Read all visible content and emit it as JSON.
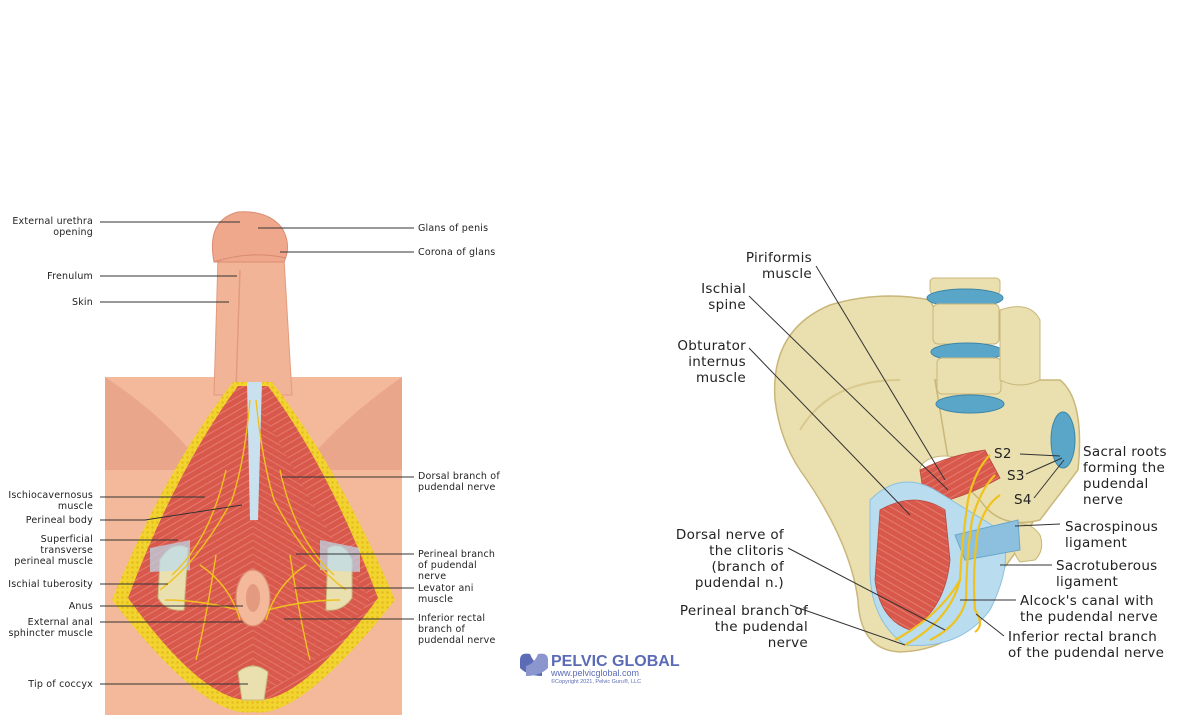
{
  "left_figure": {
    "labels_left": [
      {
        "lines": [
          "External urethra",
          "opening"
        ]
      },
      {
        "lines": [
          "Frenulum"
        ]
      },
      {
        "lines": [
          "Skin"
        ]
      },
      {
        "lines": [
          "Ischiocavernosus",
          "muscle"
        ]
      },
      {
        "lines": [
          "Perineal body"
        ]
      },
      {
        "lines": [
          "Superficial",
          "transverse",
          "perineal muscle"
        ]
      },
      {
        "lines": [
          "Ischial tuberosity"
        ]
      },
      {
        "lines": [
          "Anus"
        ]
      },
      {
        "lines": [
          "External anal",
          "sphincter muscle"
        ]
      },
      {
        "lines": [
          "Tip of coccyx"
        ]
      }
    ],
    "labels_right": [
      {
        "lines": [
          "Glans of penis"
        ]
      },
      {
        "lines": [
          "Corona of glans"
        ]
      },
      {
        "lines": [
          "Dorsal branch of",
          "pudendal nerve"
        ]
      },
      {
        "lines": [
          "Perineal branch",
          "of pudendal",
          "nerve"
        ]
      },
      {
        "lines": [
          "Levator ani",
          "muscle"
        ]
      },
      {
        "lines": [
          "Inferior rectal",
          "branch of",
          "pudendal nerve"
        ]
      }
    ]
  },
  "logo": {
    "title": "PELVIC GLOBAL",
    "url": "www.pelvicglobal.com",
    "copyright": "©Copyright 2021, Pelvic Guru®, LLC"
  },
  "right_figure": {
    "labels_left": [
      {
        "lines": [
          "Piriformis",
          "muscle"
        ]
      },
      {
        "lines": [
          "Ischial",
          "spine"
        ]
      },
      {
        "lines": [
          "Obturator",
          "internus",
          "muscle"
        ]
      },
      {
        "lines": [
          "Dorsal nerve of",
          "the clitoris",
          "(branch of",
          "pudendal n.)"
        ]
      },
      {
        "lines": [
          "Perineal branch of",
          "the pudendal",
          "nerve"
        ]
      }
    ],
    "roots": [
      "S2",
      "S3",
      "S4"
    ],
    "labels_right": [
      {
        "lines": [
          "Sacral roots",
          "forming the",
          "pudendal",
          "nerve"
        ]
      },
      {
        "lines": [
          "Sacrospinous",
          "ligament"
        ]
      },
      {
        "lines": [
          "Sacrotuberous",
          "ligament"
        ]
      },
      {
        "lines": [
          "Alcock's canal with",
          "the pudendal nerve"
        ]
      },
      {
        "lines": [
          "Inferior rectal branch",
          "of the pudendal nerve"
        ]
      }
    ]
  },
  "colors": {
    "skin": "#f4b89a",
    "skin_dark": "#e39a7e",
    "muscle": "#d9584c",
    "fat": "#f2d431",
    "nerve": "#f0c21e",
    "bone": "#eadfae",
    "disc": "#5aa6c9",
    "ligament": "#b9dcef",
    "logo": "#5b6bb5"
  }
}
